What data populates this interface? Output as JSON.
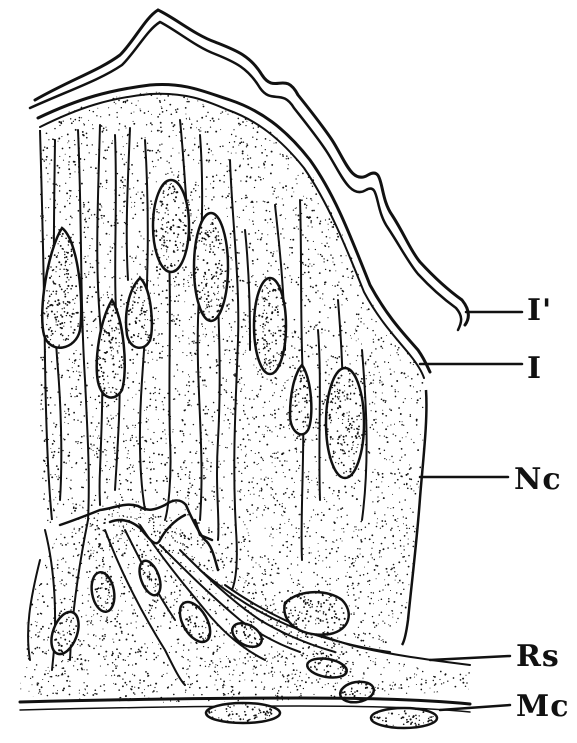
{
  "figure": {
    "labels": {
      "outer_intima": "I'",
      "intima": "I",
      "nucleus_layer": "Nc",
      "rs_layer": "Rs",
      "mc_layer": "Mc"
    },
    "colors": {
      "ink": "#111111",
      "paper": "#ffffff"
    }
  }
}
